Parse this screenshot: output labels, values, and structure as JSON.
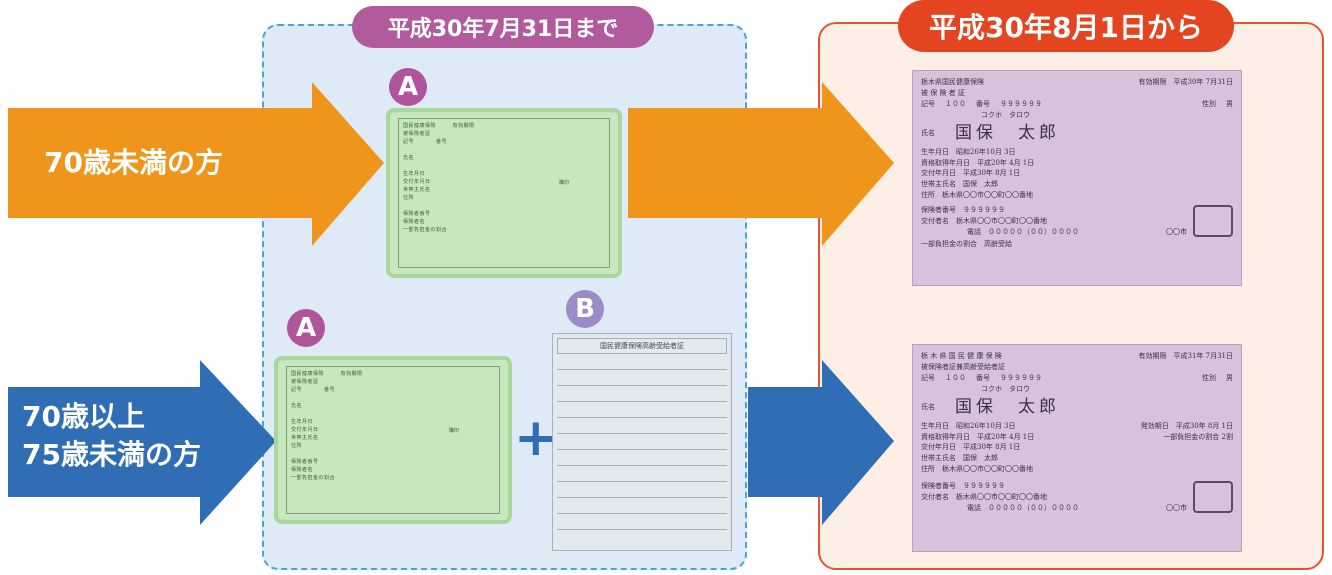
{
  "labels": {
    "before": "平成30年7月31日まで",
    "after": "平成30年8月1日から"
  },
  "groups": {
    "under70": "70歳未満の方",
    "age70to75_line1": "70歳以上",
    "age70to75_line2": "75歳未満の方"
  },
  "badges": {
    "a": "A",
    "b": "B"
  },
  "plus": "+",
  "colors": {
    "orange_arrow": "#f0951c",
    "blue_arrow": "#2f6db4",
    "before_panel_bg": "#deebf6",
    "before_panel_border": "#4aa3d8",
    "before_label_bg": "#b15b9d",
    "after_panel_bg": "#fdeee6",
    "after_panel_border": "#e45533",
    "after_label_bg": "#e4441f",
    "card_green": "#c8e7bf",
    "card_purple": "#d6c2dd"
  },
  "icons": {
    "arrow": "right-arrow-icon",
    "plus": "plus-icon",
    "seal": "seal-stamp-icon"
  },
  "green_card": {
    "title_l1": "国民健康保険",
    "title_l2": "被保険者証",
    "label_valid": "有効期限",
    "label_symbol": "記号",
    "label_number": "番号",
    "label_name": "氏名",
    "label_birth": "生年月日",
    "label_issue": "交付年月日",
    "label_head": "世帯主氏名",
    "label_address": "住所",
    "label_insurer_no": "保険者番号",
    "label_insurer": "保険者名",
    "footer": "一部負担金の割合",
    "seal_text": "職印"
  },
  "b_slip": {
    "title": "国民健康保険高齢受給者証"
  },
  "card1": {
    "title_l1": "栃木県国民健康保険",
    "title_l2": "被 保 険 者 証",
    "valid_label": "有効期限",
    "valid_value": "平成30年 7月31日",
    "symbol_label": "記号",
    "symbol_value": "１００",
    "number_label": "番号",
    "number_value": "９９９９９９",
    "sex_label": "性別",
    "sex_value": "男",
    "kana": "コクホ　タロウ",
    "name_label": "氏名",
    "name_value": "国保　太郎",
    "birth_label": "生年月日",
    "birth_value": "昭和26年10月 3日",
    "qualify_label": "資格取得年月日",
    "qualify_value": "平成20年 4月 1日",
    "issue_label": "交付年月日",
    "issue_value": "平成30年 8月 1日",
    "head_label": "世帯主氏名",
    "head_value": "国保　太郎",
    "address_label": "住所",
    "address_value": "栃木県〇〇市〇〇町〇〇番地",
    "insurer_no_label": "保険者番号",
    "insurer_no_value": "９９９９９９",
    "insurer_label": "交付者名",
    "insurer_value": "栃木県〇〇市〇〇町〇〇番地",
    "phone_value": "電話　０００００（００）００００",
    "city_value": "〇〇市",
    "footer": "一部負担金の割合　高齢受給"
  },
  "card2": {
    "title_l1": "栃 木 県 国 民 健 康 保 険",
    "title_l2": "被保険者証兼高齢受給者証",
    "valid_label": "有効期限",
    "valid_value": "平成31年 7月31日",
    "symbol_label": "記号",
    "symbol_value": "１００",
    "number_label": "番号",
    "number_value": "９９９９９９",
    "sex_label": "性別",
    "sex_value": "男",
    "kana": "コクホ　タロウ",
    "name_label": "氏名",
    "name_value": "国保　太郎",
    "birth_label": "生年月日",
    "birth_value": "昭和26年10月 3日",
    "effective_label": "発効期日",
    "effective_value": "平成30年 8月 1日",
    "qualify_label": "資格取得年月日",
    "qualify_value": "平成20年 4月 1日",
    "share_value": "一部負担金の割合 2割",
    "issue_label": "交付年月日",
    "issue_value": "平成30年 8月 1日",
    "head_label": "世帯主氏名",
    "head_value": "国保　太郎",
    "address_label": "住所",
    "address_value": "栃木県〇〇市〇〇町〇〇番地",
    "insurer_no_label": "保険者番号",
    "insurer_no_value": "９９９９９９",
    "insurer_label": "交付者名",
    "insurer_value": "栃木県〇〇市〇〇町〇〇番地",
    "phone_value": "電話　０００００（００）００００",
    "city_value": "〇〇市"
  }
}
